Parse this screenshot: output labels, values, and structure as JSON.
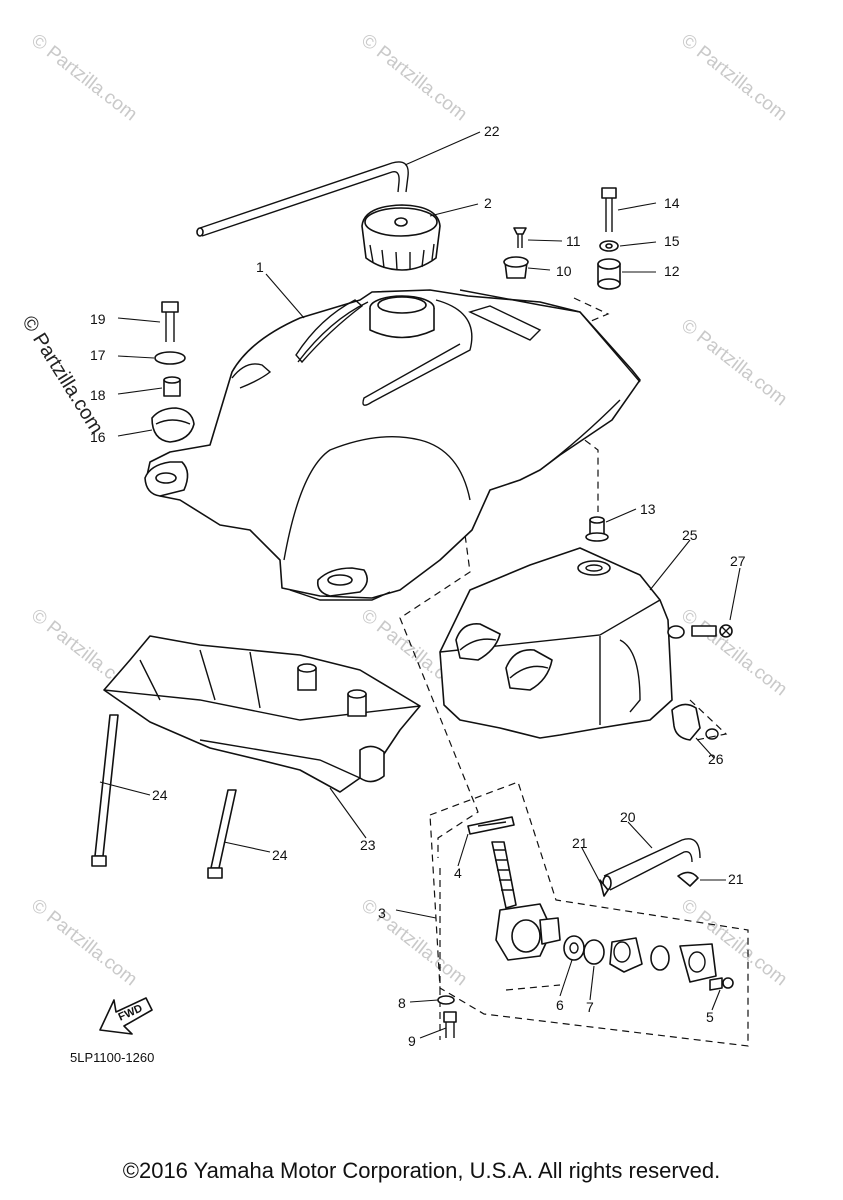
{
  "watermark": "© Partzilla.com",
  "side_watermark": "© Partzilla.com",
  "diagram_code": "5LP1100-1260",
  "fwd_label": "FWD",
  "copyright": "©2016 Yamaha Motor Corporation, U.S.A. All rights reserved.",
  "callouts": [
    "1",
    "2",
    "3",
    "4",
    "5",
    "6",
    "7",
    "8",
    "9",
    "10",
    "11",
    "12",
    "13",
    "14",
    "15",
    "16",
    "17",
    "18",
    "19",
    "20",
    "21",
    "21",
    "22",
    "23",
    "24",
    "24",
    "25",
    "26",
    "27"
  ],
  "colors": {
    "ink": "#111111",
    "watermark": "#c9c9c9"
  }
}
